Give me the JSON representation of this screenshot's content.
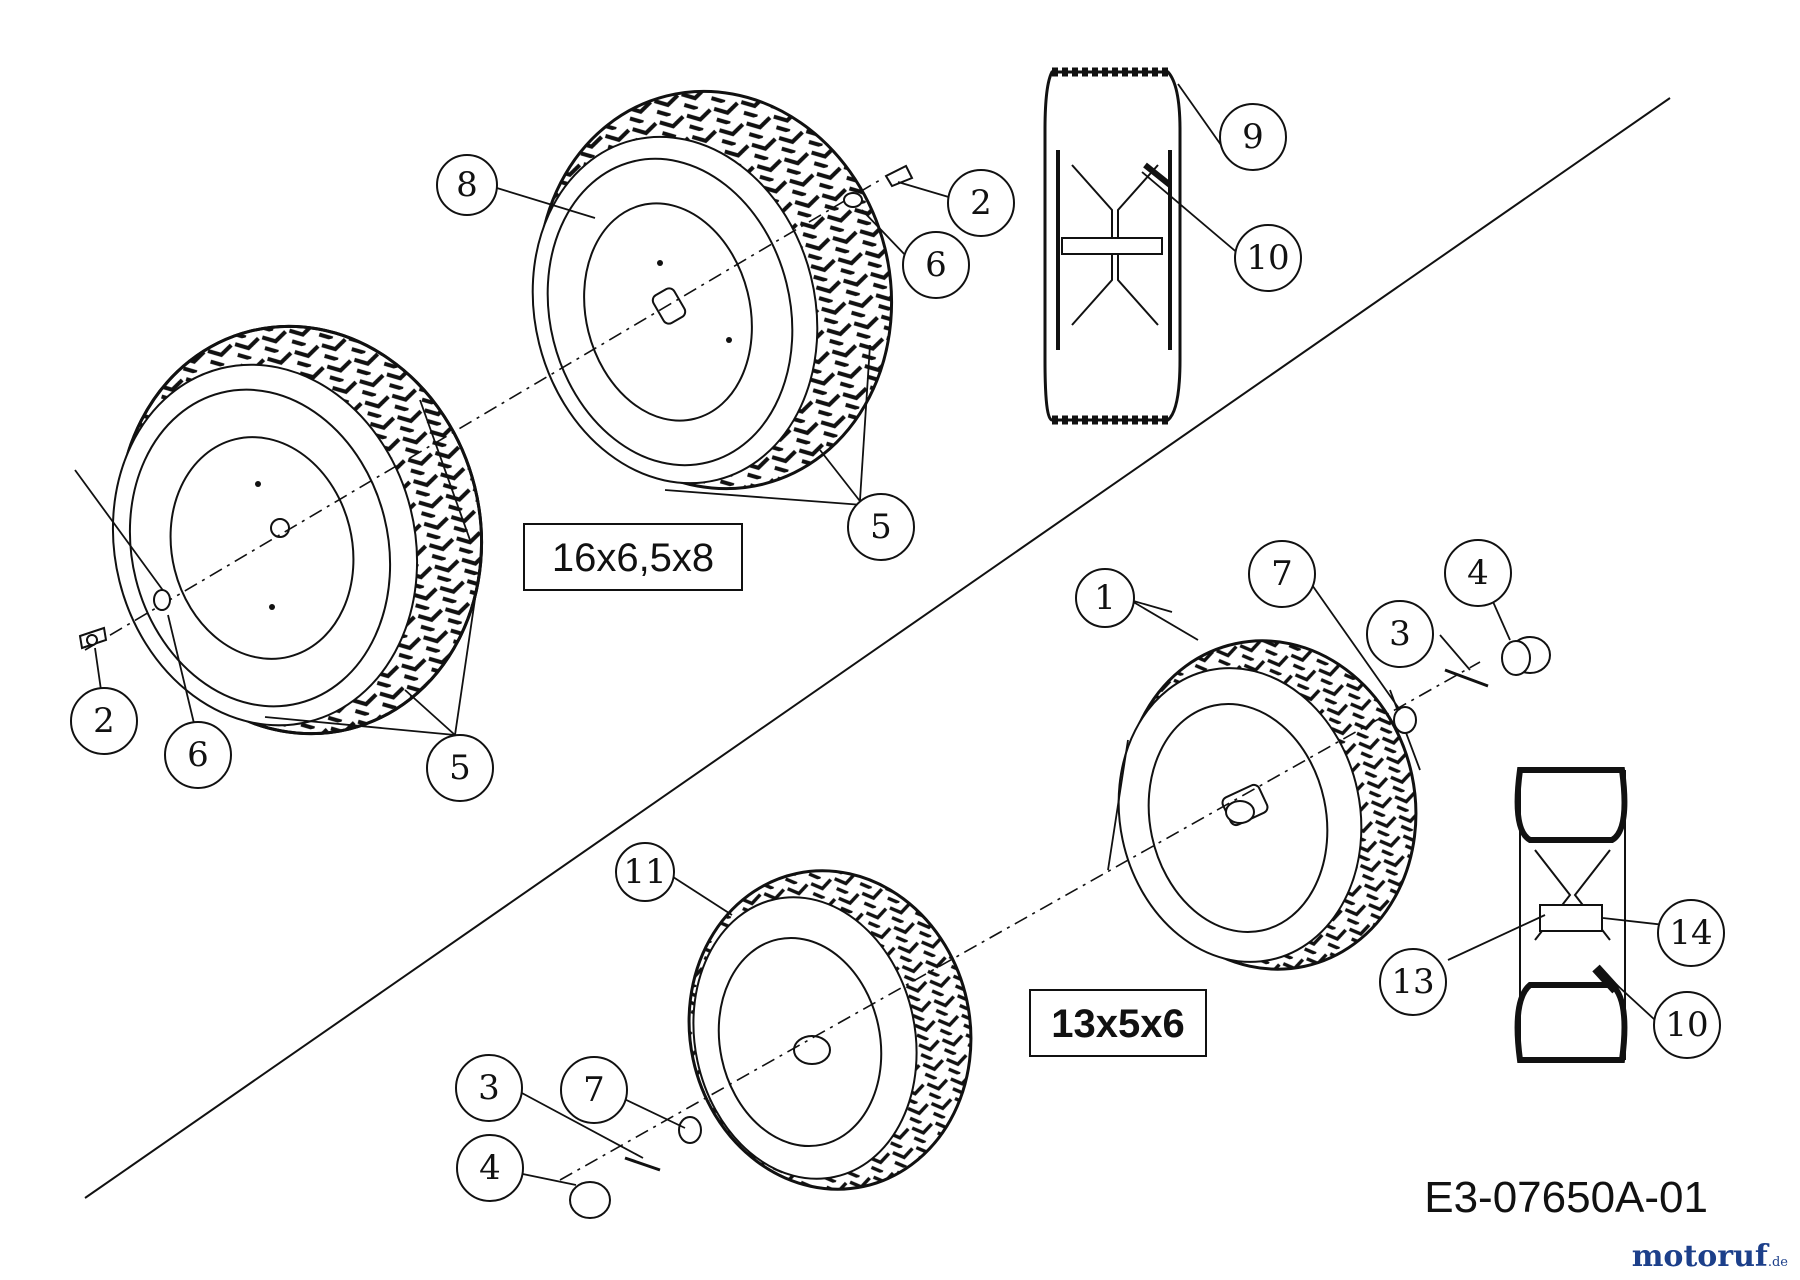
{
  "diagram": {
    "code": "E3-07650A-01",
    "sizes": {
      "large": "16x6,5x8",
      "small": "13x5x6"
    },
    "callouts": {
      "c1": "1",
      "c2a": "2",
      "c2b": "2",
      "c3a": "3",
      "c3b": "3",
      "c4a": "4",
      "c4b": "4",
      "c5a": "5",
      "c5b": "5",
      "c6a": "6",
      "c6b": "6",
      "c7a": "7",
      "c7b": "7",
      "c8": "8",
      "c9": "9",
      "c10a": "10",
      "c10b": "10",
      "c11": "11",
      "c13": "13",
      "c14": "14"
    }
  },
  "watermark": {
    "text": "motoruf",
    "suffix": ".de"
  }
}
